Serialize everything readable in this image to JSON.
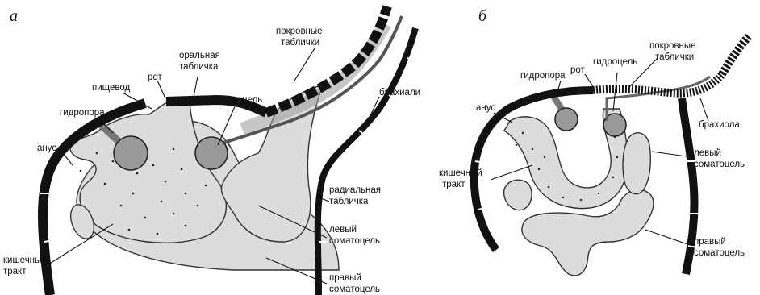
{
  "panels": {
    "a": {
      "letter": "а",
      "labels": {
        "pokrovnye": [
          "покровные",
          "таблички"
        ],
        "oralnaya": [
          "оральная",
          "табличка"
        ],
        "rot": "рот",
        "pishchevod": "пищевод",
        "gidrotsel": "гидроцель",
        "gidropora": "гидропора",
        "brakhiali": "брахиали",
        "anus": "анус",
        "radialnaya": [
          "радиальная",
          "табличка"
        ],
        "levyi": [
          "левый",
          "соматоцель"
        ],
        "kishechnyi": [
          "кишечный",
          "тракт"
        ],
        "pravyi": [
          "правый",
          "соматоцель"
        ]
      }
    },
    "b": {
      "letter": "б",
      "labels": {
        "pokrovnye": [
          "покровные",
          "таблички"
        ],
        "gidrotsel": "гидроцель",
        "rot": "рот",
        "gidropora": "гидропора",
        "anus": "анус",
        "brakhiola": "брахиола",
        "levyi": [
          "левый",
          "соматоцель"
        ],
        "kishechnyi": [
          "кишечный",
          "тракт"
        ],
        "pravyi": [
          "правый",
          "соматоцель"
        ]
      }
    }
  },
  "colors": {
    "wall": "#111111",
    "cavity": "#dcdcdc",
    "hydrocoel": "#9a9a9a"
  }
}
